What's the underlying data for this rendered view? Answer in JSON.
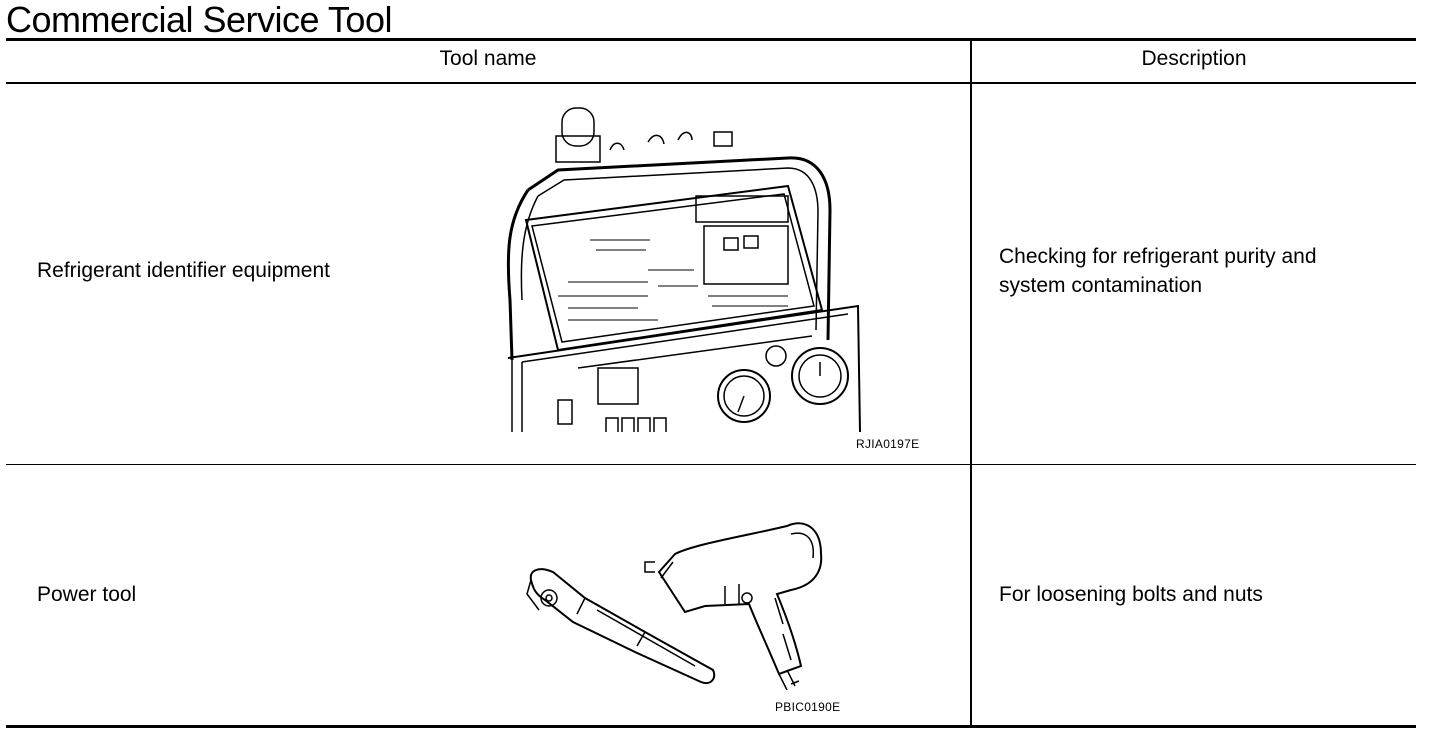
{
  "title": "Commercial Service Tool",
  "header": {
    "col1": "Tool name",
    "col2": "Description"
  },
  "rows": [
    {
      "name": "Refrigerant identifier equipment",
      "description": "Checking for refrigerant purity and system contamination",
      "figure_id": "RJIA0197E",
      "figure_icon": "refrigerant-identifier-illustration"
    },
    {
      "name": "Power tool",
      "description": "For loosening bolts and nuts",
      "figure_id": "PBIC0190E",
      "figure_icon": "power-tool-illustration"
    }
  ]
}
